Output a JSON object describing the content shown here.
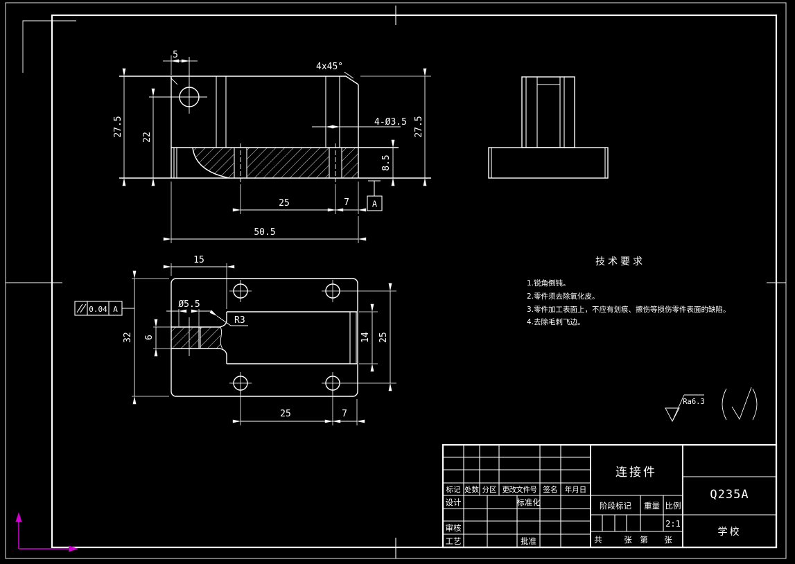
{
  "colors": {
    "background": "#000000",
    "line": "#ffffff",
    "ucs_icon": "#cf00cf"
  },
  "front_view": {
    "dims": {
      "width_5": "5",
      "chamfer": "4x45°",
      "height_left": "27.5",
      "height_22": "22",
      "holes": "4-Ø3.5",
      "height_right": "27.5",
      "plate_8_5": "8.5",
      "span_25": "25",
      "span_7": "7",
      "overall_50_5": "50.5"
    },
    "datum_label": "A"
  },
  "plan_view": {
    "dims": {
      "width_15": "15",
      "hole_dia": "Ø5.5",
      "fillet": "R3",
      "height_32": "32",
      "slot_6": "6",
      "pocket_14": "14",
      "holes_25": "25",
      "span_25": "25",
      "span_7": "7"
    },
    "tolerance": {
      "symbol": "parallelism",
      "value": "0.04",
      "datum": "A"
    }
  },
  "tech_requirements": {
    "title": "技术要求",
    "items": [
      "1.锐角倒钝。",
      "2.零件须去除氧化皮。",
      "3.零件加工表面上，不应有划痕、擦伤等损伤零件表面的缺陷。",
      "4.去除毛刺飞边。"
    ]
  },
  "surface_finish": {
    "value": "Ra6.3"
  },
  "title_block": {
    "part_name": "连接件",
    "material": "Q235A",
    "organization": "学校",
    "scale_value": "2:1",
    "revision_headers": [
      "标记",
      "处数",
      "分区",
      "更改文件号",
      "签名",
      "年月日"
    ],
    "role_labels": {
      "design": "设计",
      "standardize": "标准化",
      "review": "审核",
      "process": "工艺",
      "approve": "批准"
    },
    "field_labels": {
      "stage_mark": "阶段标记",
      "weight": "重量",
      "scale": "比例"
    },
    "sheet_labels": [
      "共",
      "张",
      "第",
      "张"
    ]
  }
}
